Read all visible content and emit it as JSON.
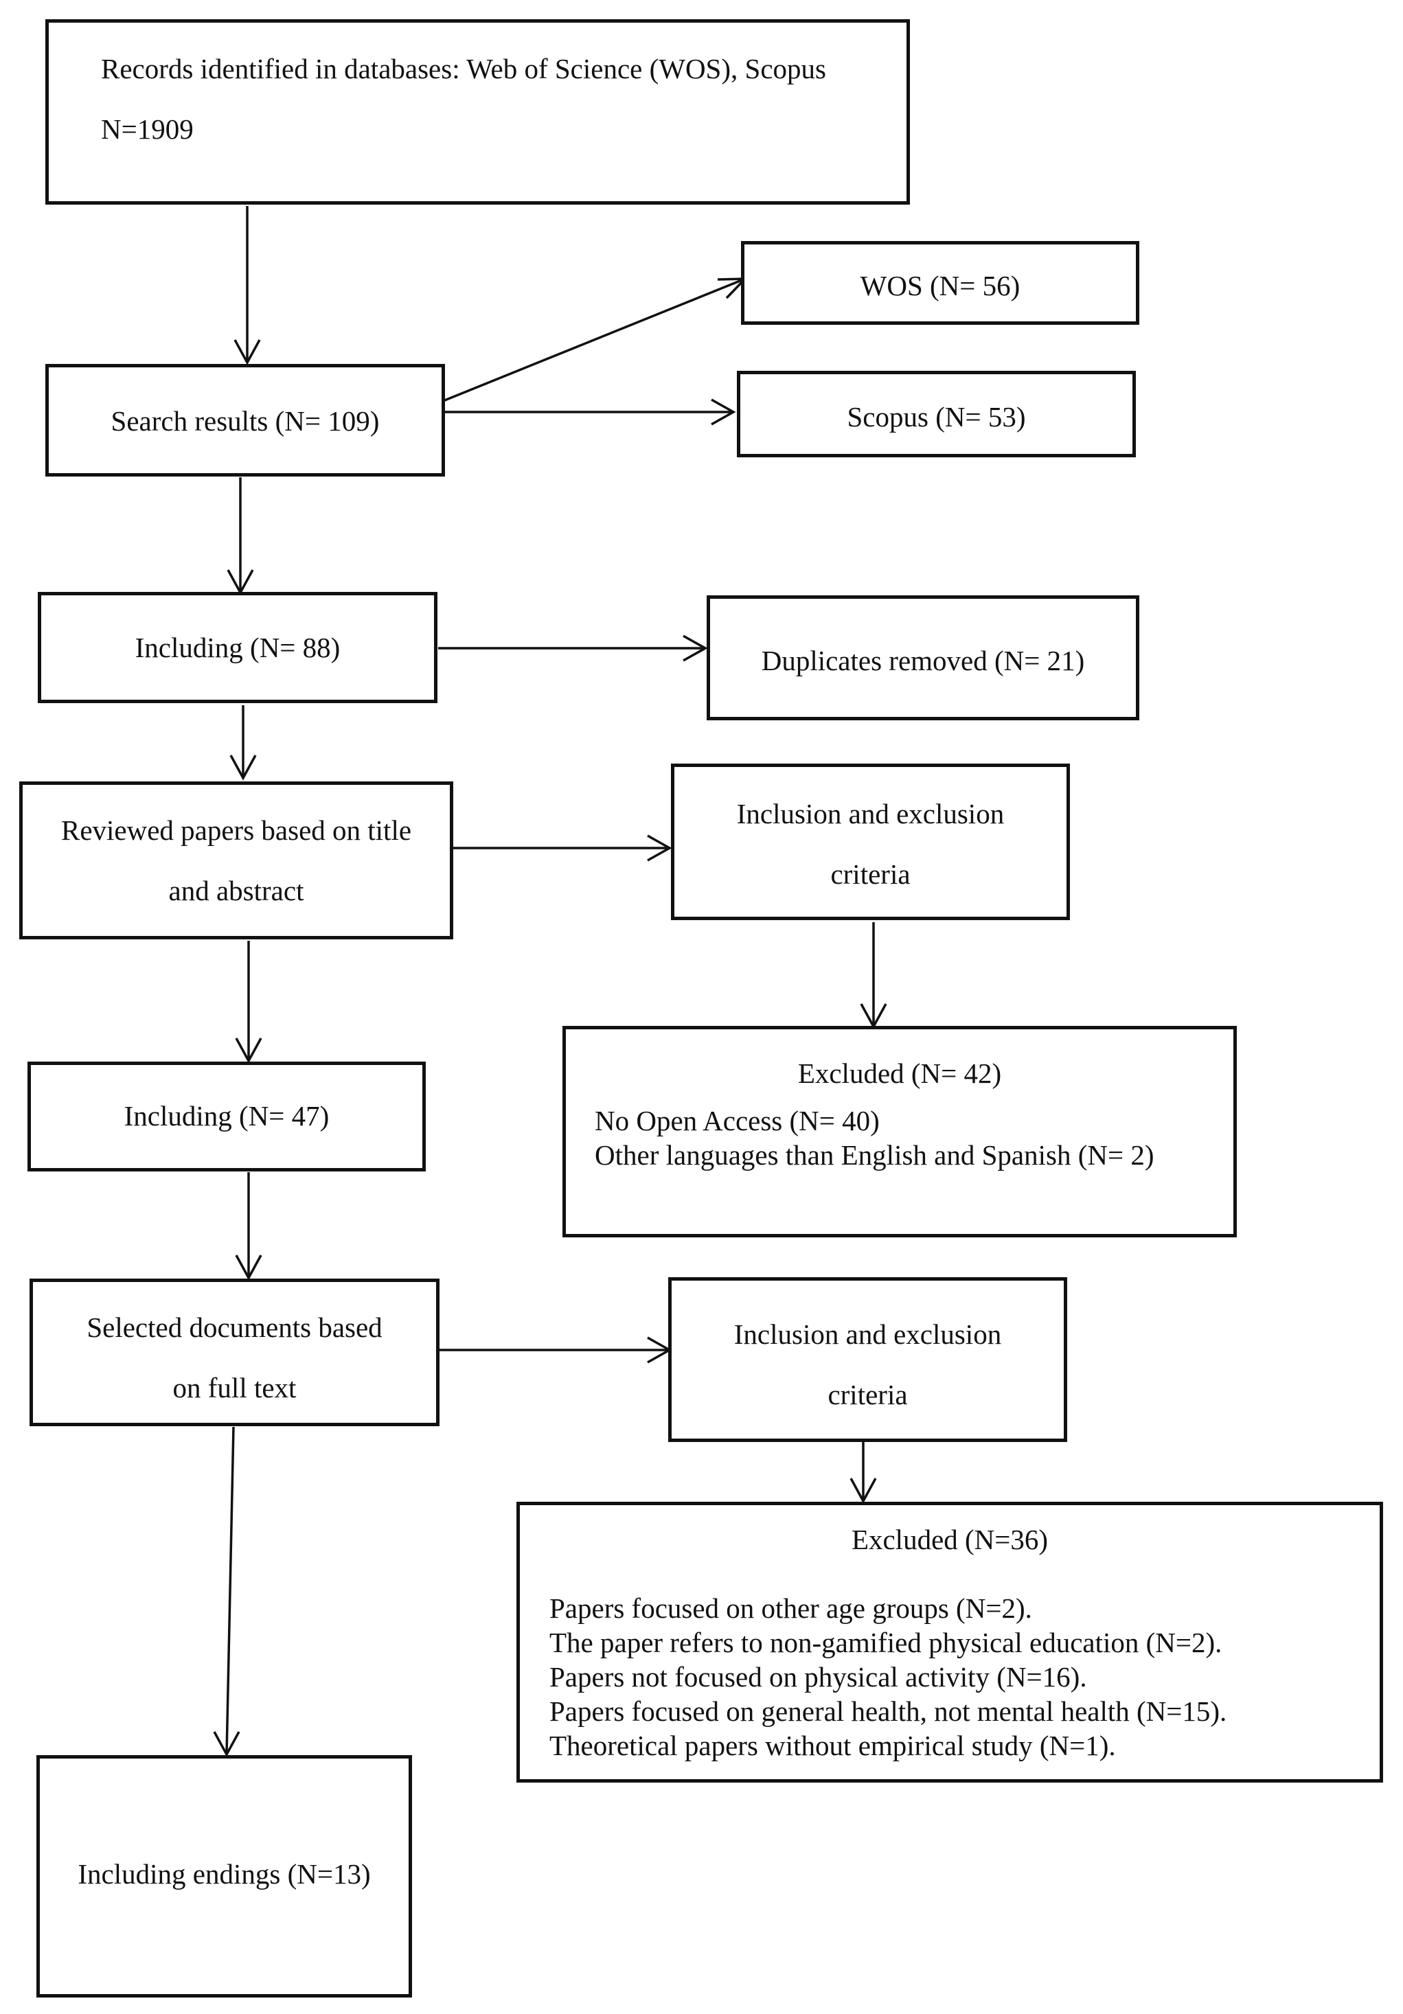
{
  "records": {
    "line1": "Records identified in databases: Web of Science (WOS), Scopus",
    "line2": "N=1909"
  },
  "search_results": "Search results (N= 109)",
  "wos": "WOS (N= 56)",
  "scopus": "Scopus (N= 53)",
  "including_88": "Including (N= 88)",
  "duplicates": "Duplicates removed (N= 21)",
  "reviewed": {
    "line1": "Reviewed papers based on title",
    "line2": "and abstract"
  },
  "criteria_1": {
    "line1": "Inclusion and exclusion",
    "line2": "criteria"
  },
  "excluded_1": {
    "title": "Excluded (N= 42)",
    "items": [
      "No Open Access (N= 40)",
      "Other languages than English and Spanish (N= 2)"
    ]
  },
  "including_47": "Including (N= 47)",
  "selected": {
    "line1": "Selected documents based",
    "line2": "on full text"
  },
  "criteria_2": {
    "line1": "Inclusion and exclusion",
    "line2": "criteria"
  },
  "excluded_2": {
    "title": "Excluded (N=36)",
    "items": [
      "Papers focused on other age groups (N=2).",
      "The paper refers to non-gamified physical education (N=2).",
      "Papers not focused on physical activity (N=16).",
      "Papers focused on general health, not mental health (N=15).",
      "Theoretical papers without empirical study (N=1)."
    ]
  },
  "endings": "Including endings (N=13)"
}
